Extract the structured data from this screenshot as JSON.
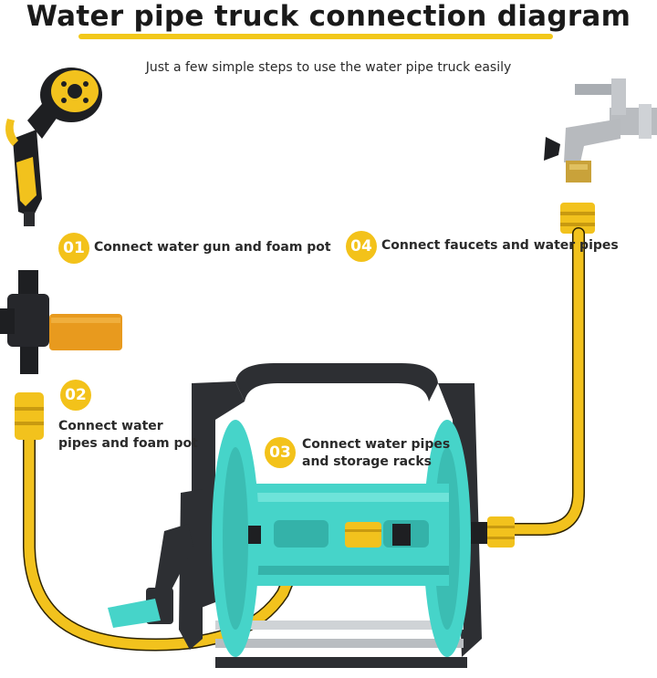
{
  "title": "Water pipe truck connection diagram",
  "subtitle": "Just a few simple steps to use the water pipe truck easily",
  "steps": [
    {
      "number": "01",
      "text": "Connect water gun and foam pot"
    },
    {
      "number": "02",
      "line1": "Connect water",
      "line2": "pipes and foam pot"
    },
    {
      "number": "03",
      "line1": "Connect water pipes",
      "line2": "and storage racks"
    },
    {
      "number": "04",
      "text": "Connect faucets and water pipes"
    }
  ],
  "colors": {
    "accent_yellow": "#f3c21a",
    "hose_yellow": "#f2c21d",
    "reel_teal": "#46d4c9",
    "frame_dark": "#2d2f33",
    "orange_pot": "#e89a1e",
    "chrome": "#b9bcc0"
  },
  "icons": [
    "spray-gun-icon",
    "foam-pot-connector-icon",
    "hose-reel-cart-icon",
    "water-faucet-icon"
  ]
}
